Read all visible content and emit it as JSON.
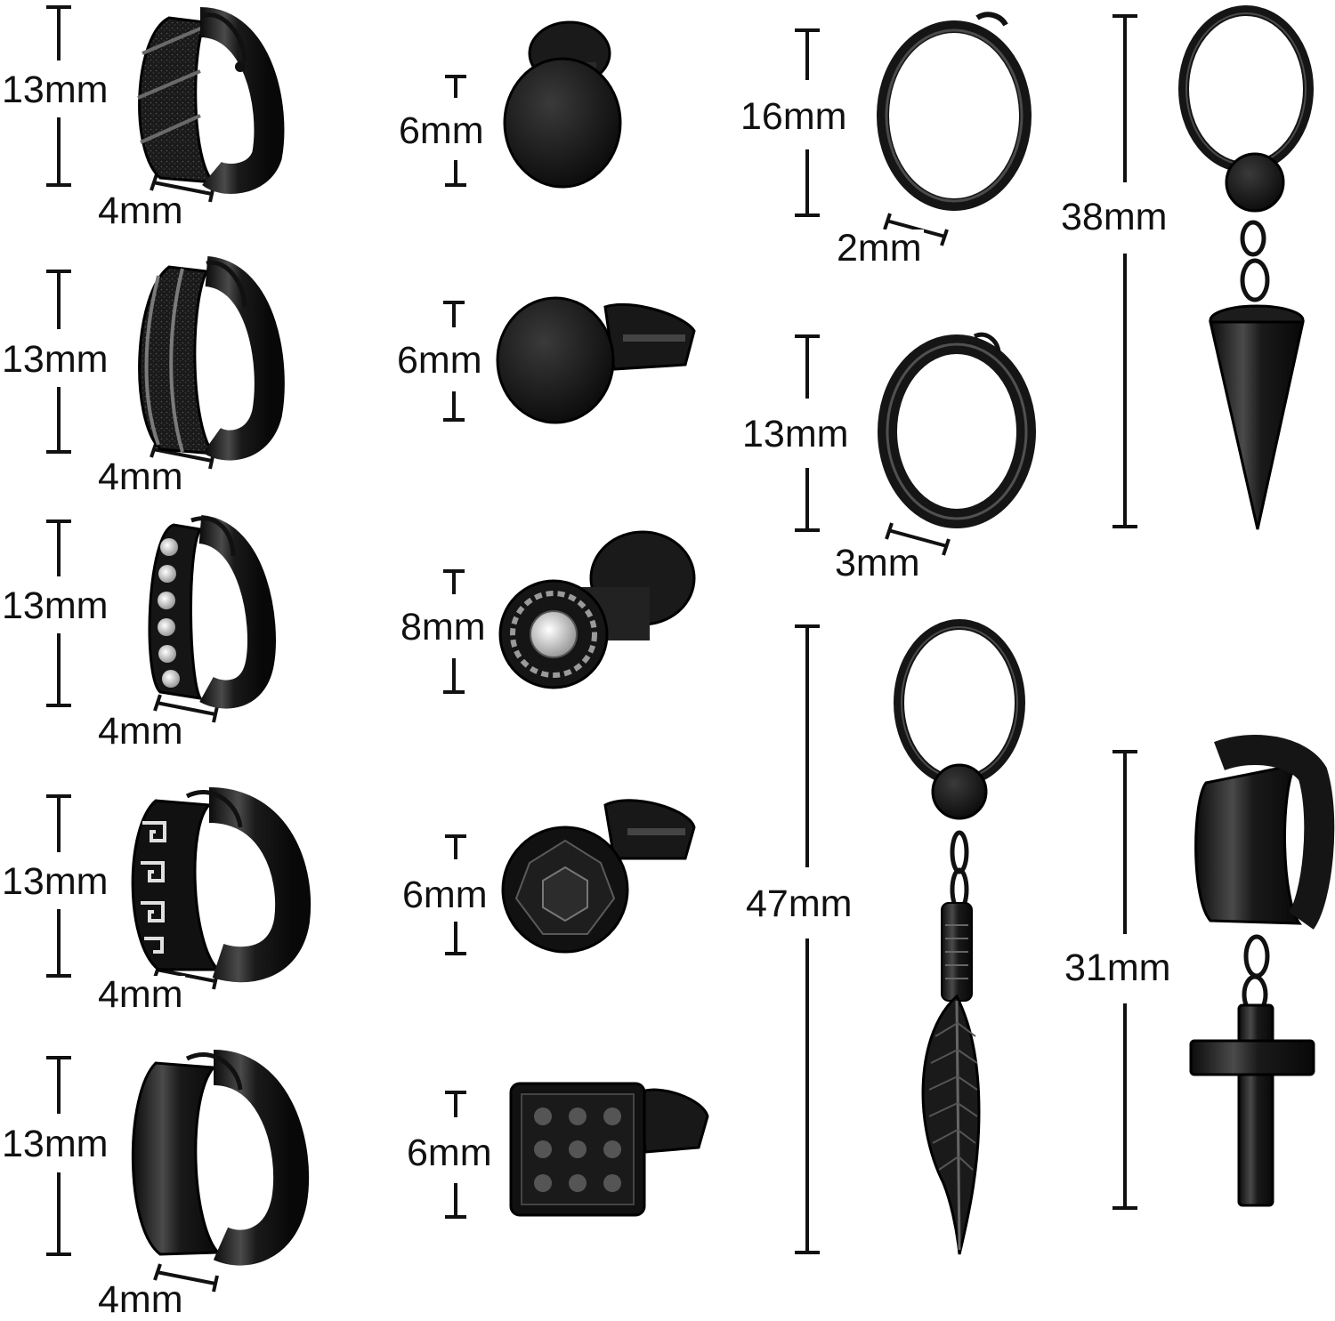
{
  "colors": {
    "metal": "#141414",
    "metal_highlight": "#5a5a5a",
    "text": "#111111",
    "background": "#ffffff",
    "crystal": "#e8e8e8"
  },
  "columns": {
    "huggies": {
      "items": [
        {
          "icon": "textured-huggie-earring-icon",
          "height": "13mm",
          "width": "4mm"
        },
        {
          "icon": "sandblasted-huggie-earring-icon",
          "height": "13mm",
          "width": "4mm"
        },
        {
          "icon": "crystal-huggie-earring-icon",
          "height": "13mm",
          "width": "4mm"
        },
        {
          "icon": "greek-key-huggie-earring-icon",
          "height": "13mm",
          "width": "4mm"
        },
        {
          "icon": "plain-huggie-earring-icon",
          "height": "13mm",
          "width": "4mm"
        }
      ]
    },
    "studs": {
      "items": [
        {
          "icon": "round-plug-stud-icon",
          "size": "6mm"
        },
        {
          "icon": "flat-round-stud-icon",
          "size": "6mm"
        },
        {
          "icon": "greek-key-crystal-plug-icon",
          "size": "8mm"
        },
        {
          "icon": "black-cz-stud-icon",
          "size": "6mm"
        },
        {
          "icon": "square-pave-stud-icon",
          "size": "6mm"
        }
      ]
    },
    "hoops": {
      "items": [
        {
          "icon": "thin-hoop-earring-icon",
          "height": "16mm",
          "width": "2mm"
        },
        {
          "icon": "medium-hoop-earring-icon",
          "height": "13mm",
          "width": "3mm"
        },
        {
          "icon": "feather-dangle-earring-icon",
          "height": "47mm"
        }
      ]
    },
    "dangles": {
      "items": [
        {
          "icon": "spike-dangle-earring-icon",
          "height": "38mm"
        },
        {
          "icon": "cross-dangle-earring-icon",
          "height": "31mm"
        }
      ]
    }
  }
}
